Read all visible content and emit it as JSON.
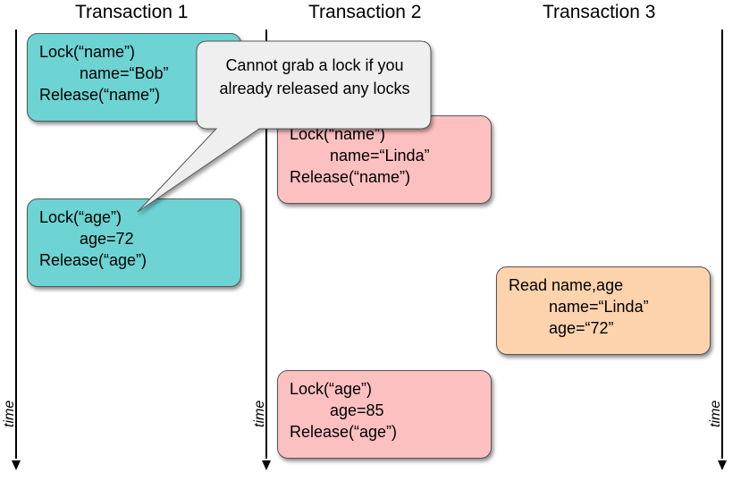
{
  "headers": [
    "Transaction 1",
    "Transaction 2",
    "Transaction 3"
  ],
  "time_label": "time",
  "boxes": {
    "t1_first": [
      "Lock(“name”)",
      "name=“Bob”",
      "Release(“name”)"
    ],
    "t1_second": [
      "Lock(“age”)",
      "age=72",
      "Release(“age”)"
    ],
    "t2_first": [
      "Lock(“name”)",
      "name=“Linda”",
      "Release(“name”)"
    ],
    "t2_second": [
      "Lock(“age”)",
      "age=85",
      "Release(“age”)"
    ],
    "t3_read": [
      "Read name,age",
      "name=“Linda”",
      "age=“72”"
    ]
  },
  "callout": "Cannot grab a lock if you already released any locks",
  "colors": {
    "transaction1": "#6dd3d3",
    "transaction2": "#fdc0c0",
    "transaction3": "#fcd3ad",
    "callout": "#efefef"
  }
}
